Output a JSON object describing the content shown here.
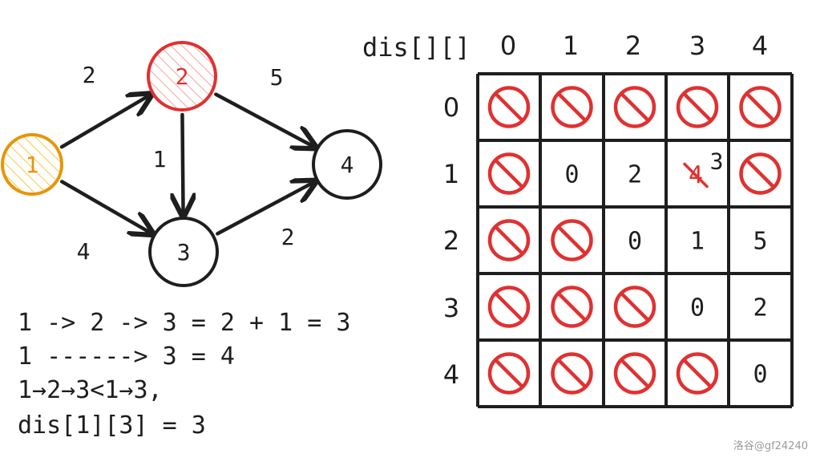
{
  "graph": {
    "nodes": [
      {
        "id": "1",
        "label": "1",
        "color": "#e8940a",
        "fill": "#f7d55a",
        "hatched": true
      },
      {
        "id": "2",
        "label": "2",
        "color": "#e03131",
        "fill": "#f5a3a3",
        "hatched": true
      },
      {
        "id": "3",
        "label": "3",
        "color": "#1e1e1e",
        "fill": "none",
        "hatched": false
      },
      {
        "id": "4",
        "label": "4",
        "color": "#1e1e1e",
        "fill": "none",
        "hatched": false
      }
    ],
    "edges": [
      {
        "from": "1",
        "to": "2",
        "weight": "2"
      },
      {
        "from": "2",
        "to": "4",
        "weight": "5"
      },
      {
        "from": "2",
        "to": "3",
        "weight": "1"
      },
      {
        "from": "1",
        "to": "3",
        "weight": "4"
      },
      {
        "from": "3",
        "to": "4",
        "weight": "2"
      }
    ]
  },
  "explanation": {
    "lines": [
      "1 -> 2 -> 3 = 2 + 1 = 3",
      "1 ------> 3 = 4",
      "1→2→3<1→3,",
      "dis[1][3] = 3"
    ]
  },
  "matrix": {
    "title": "dis[][]",
    "col_headers": [
      "0",
      "1",
      "2",
      "3",
      "4"
    ],
    "row_headers": [
      "0",
      "1",
      "2",
      "3",
      "4"
    ],
    "cells": [
      [
        "X",
        "X",
        "X",
        "X",
        "X"
      ],
      [
        "X",
        "0",
        "2",
        "4→3",
        "X"
      ],
      [
        "X",
        "X",
        "0",
        "1",
        "5"
      ],
      [
        "X",
        "X",
        "X",
        "0",
        "2"
      ],
      [
        "X",
        "X",
        "X",
        "X",
        "0"
      ]
    ],
    "updated_cell": {
      "row": 1,
      "col": 3,
      "old": "4",
      "new": "3"
    },
    "forbidden_icon": "prohibited-icon",
    "forbidden_color": "#e03131",
    "strike_color": "#e03131"
  },
  "watermark": "洛谷@gf24240"
}
